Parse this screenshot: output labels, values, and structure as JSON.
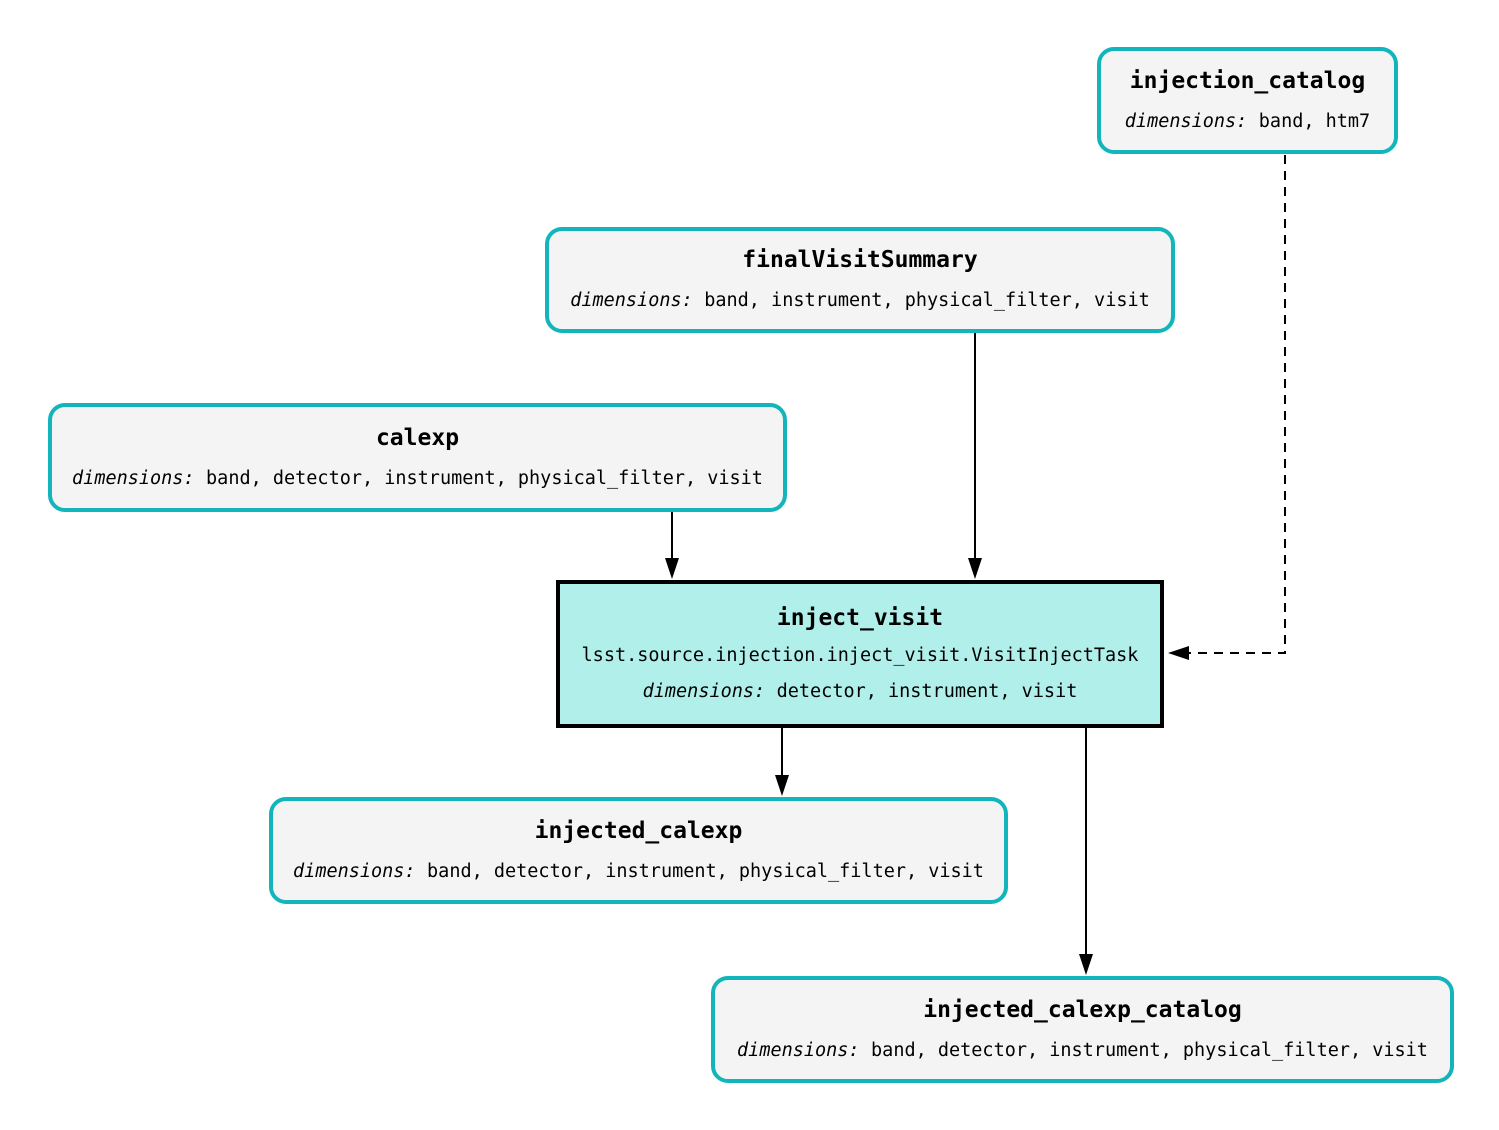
{
  "colors": {
    "background": "#FFFFFF",
    "text": "#000000",
    "dataset_border": "#12B5BC",
    "dataset_fill": "#F4F4F4",
    "task_border": "#000000",
    "task_fill": "#B0EFEA",
    "edge": "#000000"
  },
  "nodes": {
    "injection_catalog": {
      "title": "injection_catalog",
      "dimensions_label": "dimensions:",
      "dimensions": "band, htm7"
    },
    "finalVisitSummary": {
      "title": "finalVisitSummary",
      "dimensions_label": "dimensions:",
      "dimensions": "band, instrument, physical_filter, visit"
    },
    "calexp": {
      "title": "calexp",
      "dimensions_label": "dimensions:",
      "dimensions": "band, detector, instrument, physical_filter, visit"
    },
    "inject_visit": {
      "title": "inject_visit",
      "task_class": "lsst.source.injection.inject_visit.VisitInjectTask",
      "dimensions_label": "dimensions:",
      "dimensions": "detector, instrument, visit"
    },
    "injected_calexp": {
      "title": "injected_calexp",
      "dimensions_label": "dimensions:",
      "dimensions": "band, detector, instrument, physical_filter, visit"
    },
    "injected_calexp_catalog": {
      "title": "injected_calexp_catalog",
      "dimensions_label": "dimensions:",
      "dimensions": "band, detector, instrument, physical_filter, visit"
    }
  },
  "edges": [
    {
      "from": "calexp",
      "to": "inject_visit",
      "style": "solid"
    },
    {
      "from": "finalVisitSummary",
      "to": "inject_visit",
      "style": "solid"
    },
    {
      "from": "injection_catalog",
      "to": "inject_visit",
      "style": "dashed"
    },
    {
      "from": "inject_visit",
      "to": "injected_calexp",
      "style": "solid"
    },
    {
      "from": "inject_visit",
      "to": "injected_calexp_catalog",
      "style": "solid"
    }
  ]
}
